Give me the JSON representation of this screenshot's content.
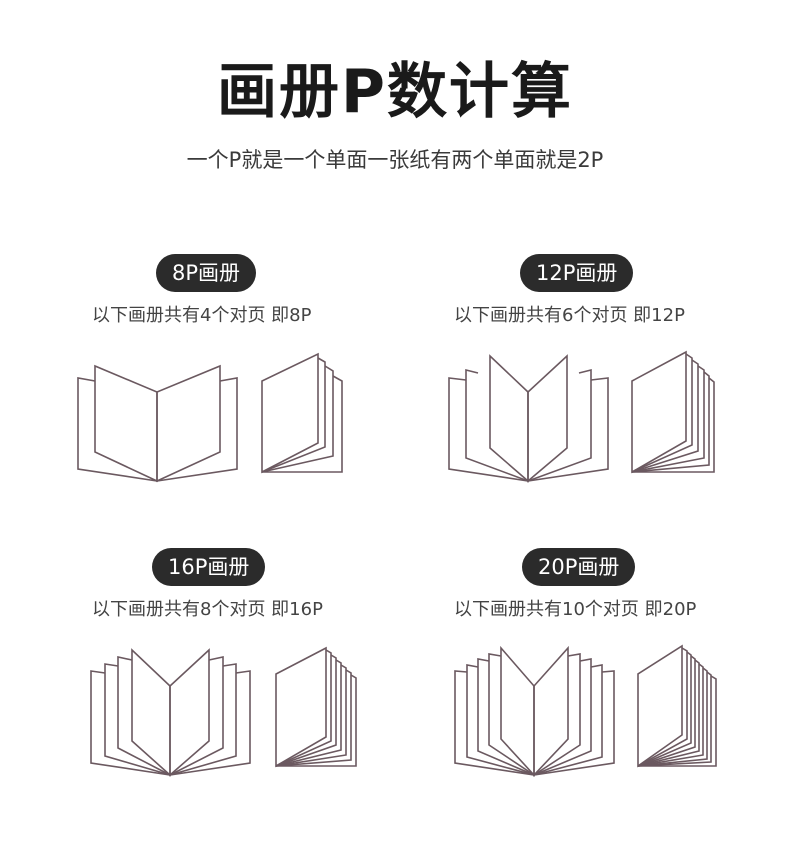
{
  "header": {
    "title": "画册P数计算",
    "subtitle": "一个P就是一个单面一张纸有两个单面就是2P"
  },
  "colors": {
    "badge_bg": "#2b2b2b",
    "line": "#6b5960"
  },
  "panels": [
    {
      "badge": "8P画册",
      "desc": "以下画册共有4个对页 即8P"
    },
    {
      "badge": "12P画册",
      "desc": "以下画册共有6个对页 即12P"
    },
    {
      "badge": "16P画册",
      "desc": "以下画册共有8个对页 即16P"
    },
    {
      "badge": "20P画册",
      "desc": "以下画册共有10个对页 即20P"
    }
  ]
}
